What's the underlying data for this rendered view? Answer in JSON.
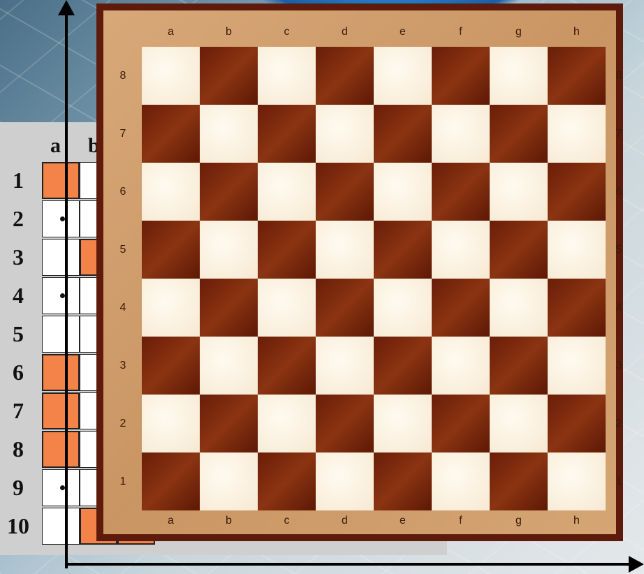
{
  "grid": {
    "columns": [
      "a",
      "b"
    ],
    "rows": [
      "1",
      "2",
      "3",
      "4",
      "5",
      "6",
      "7",
      "8",
      "9",
      "10"
    ]
  },
  "chessboard": {
    "files": [
      "a",
      "b",
      "c",
      "d",
      "e",
      "f",
      "g",
      "h"
    ],
    "ranks": [
      "8",
      "7",
      "6",
      "5",
      "4",
      "3",
      "2",
      "1"
    ]
  },
  "colors": {
    "light_square": "#f7e9d2",
    "dark_square": "#6a1d08",
    "frame": "#c99563",
    "marked_cell": "#f4834a"
  }
}
